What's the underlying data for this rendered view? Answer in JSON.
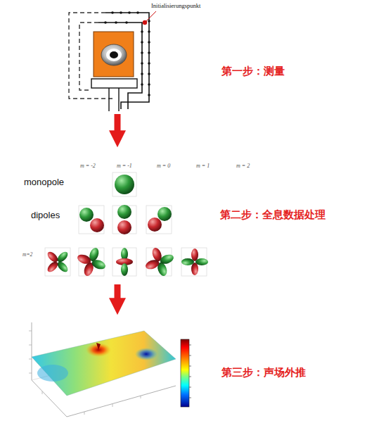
{
  "diagram": {
    "nodes": [
      {
        "text": [
          "第一步：测量"
        ]
      },
      {
        "text": [
          "第二步：全息数据处理"
        ]
      },
      {
        "text": [
          "第三步：声场外推"
        ]
      }
    ],
    "edges": [
      {
        "from": 0,
        "to": 1,
        "arrow": "to"
      },
      {
        "from": 1,
        "to": 2,
        "arrow": "to"
      }
    ],
    "labels": [
      "Initialisierungspunkt",
      "m = -2",
      "m = -1",
      "m = 0",
      "m = 1",
      "m = 2",
      "monopole",
      "dipoles",
      "m=2"
    ]
  }
}
